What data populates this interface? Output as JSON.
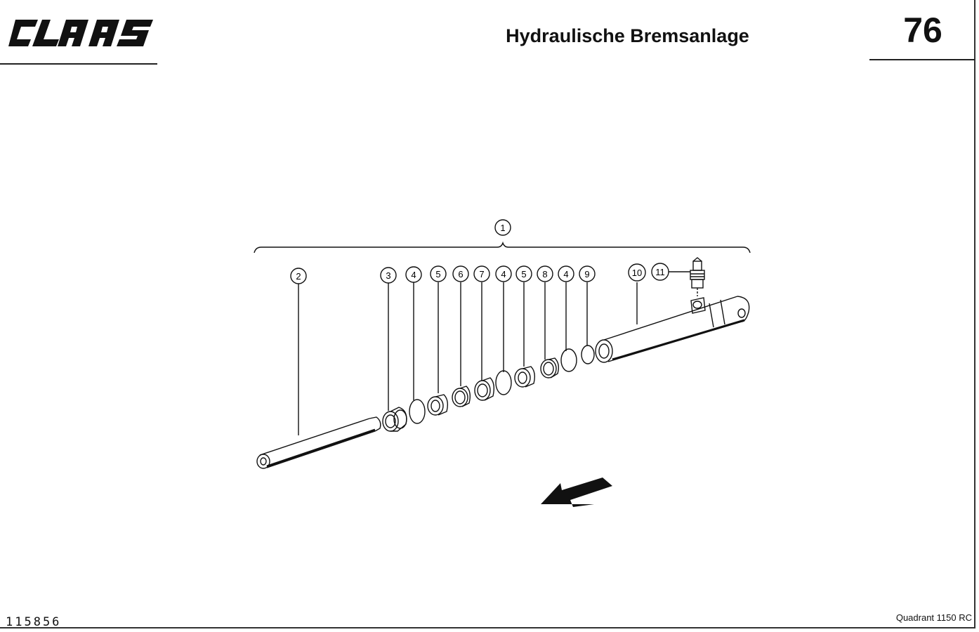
{
  "header": {
    "logo_text": "CLAAS",
    "title": "Hydraulische Bremsanlage",
    "page_number": "76"
  },
  "footer": {
    "document_number": "115856",
    "model": "Quadrant 1150 RC"
  },
  "diagram": {
    "callouts": [
      "1",
      "2",
      "3",
      "4",
      "5",
      "6",
      "7",
      "4",
      "5",
      "8",
      "4",
      "9",
      "10",
      "11"
    ]
  },
  "icons": {
    "direction_arrow": "arrow-down-left-icon"
  }
}
